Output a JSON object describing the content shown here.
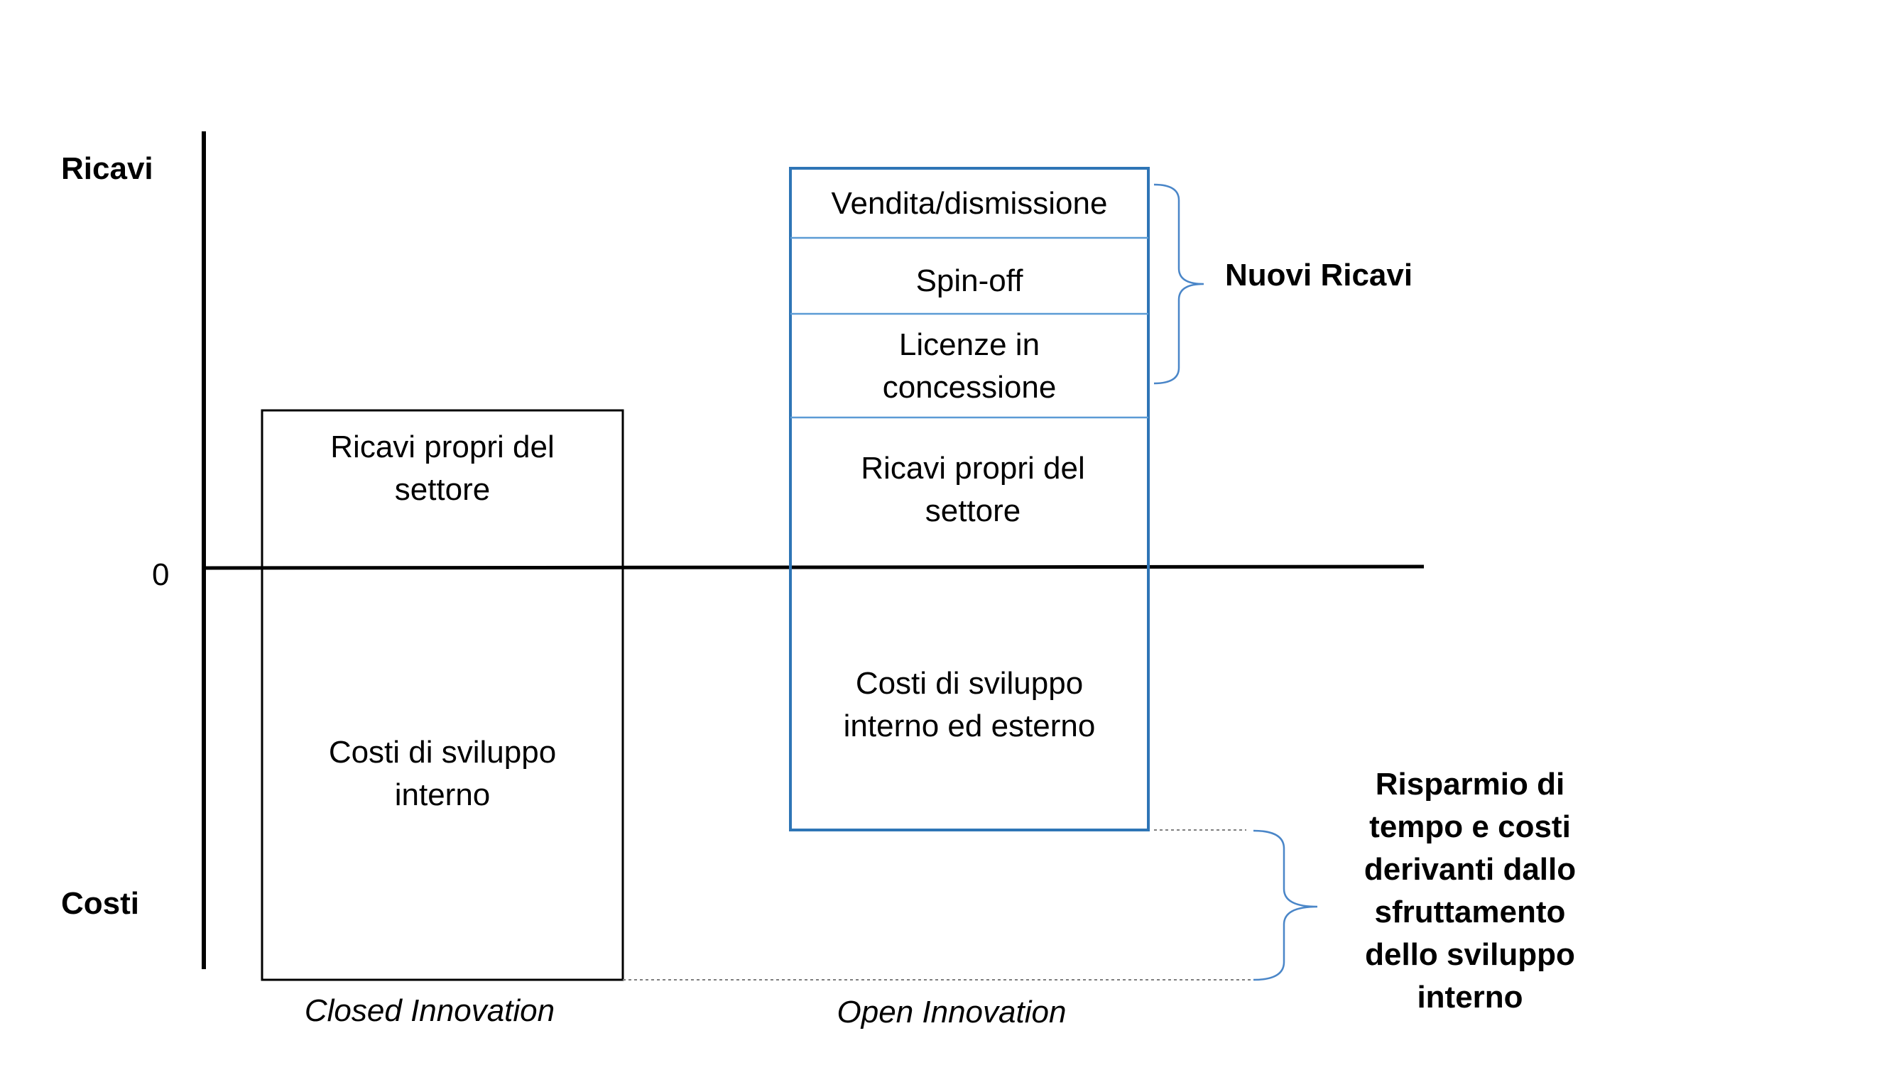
{
  "axis": {
    "top_label": "Ricavi",
    "bottom_label": "Costi",
    "zero_label": "0"
  },
  "closed": {
    "caption": "Closed Innovation",
    "revenue_label": "Ricavi propri del\nsettore",
    "cost_label": "Costi di sviluppo\ninterno"
  },
  "open": {
    "caption": "Open Innovation",
    "segments": [
      "Vendita/dismissione",
      "Spin-off",
      "Licenze in\nconcessione",
      "Ricavi propri del\nsettore"
    ],
    "cost_label": "Costi di sviluppo\ninterno ed esterno"
  },
  "annotations": {
    "new_revenue": "Nuovi Ricavi",
    "savings": "Risparmio di\ntempo e costi\nderivanti dallo\nsfruttamento\ndello sviluppo\ninterno"
  },
  "colors": {
    "axis": "#000000",
    "closed_box": "#000000",
    "open_box": "#2e75b6",
    "open_divider": "#5b9bd5",
    "brace": "#4a86c8",
    "dotted": "#7f7f7f"
  }
}
